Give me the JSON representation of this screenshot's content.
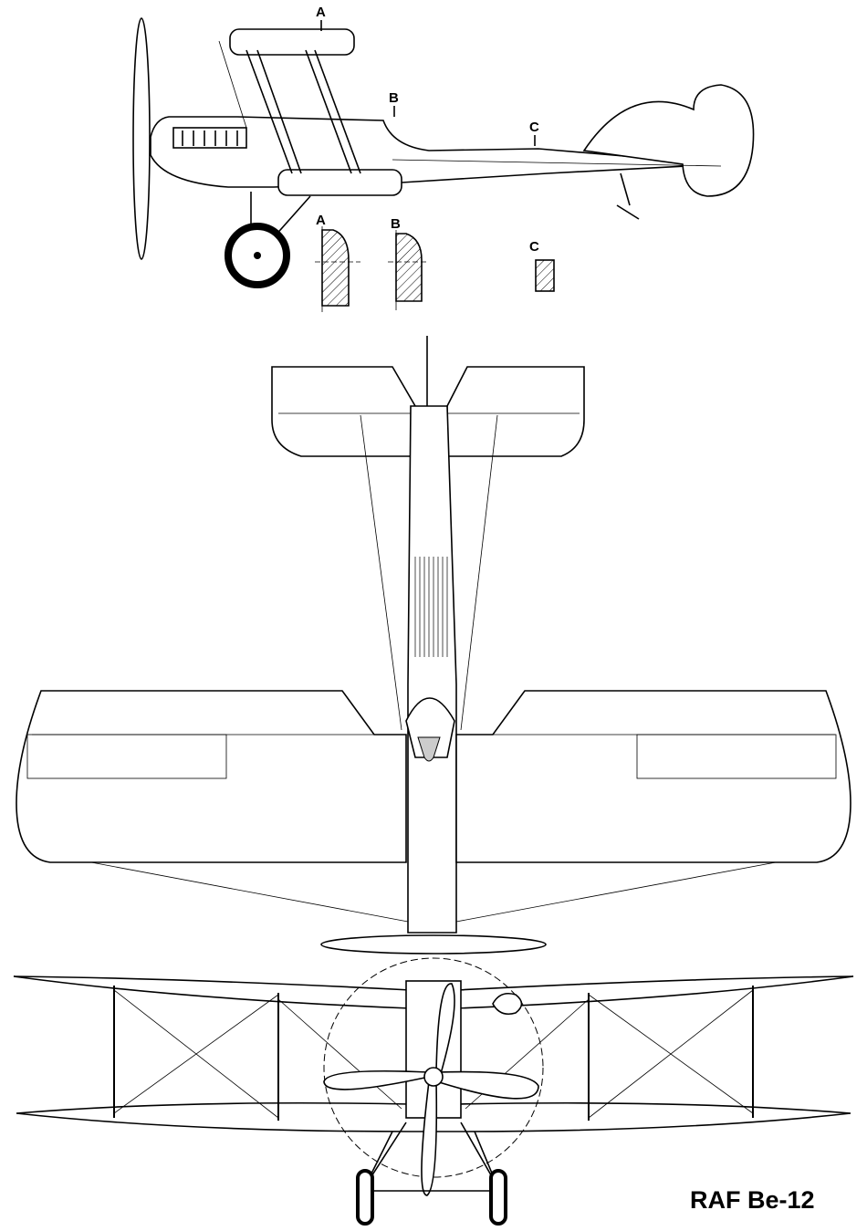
{
  "title": "RAF Be-12",
  "side_view": {
    "station_markers": [
      "A",
      "B",
      "C"
    ],
    "section_labels": [
      "A",
      "B",
      "C"
    ]
  },
  "colors": {
    "ink": "#000000",
    "paper": "#ffffff",
    "canopy": "#cccccc"
  }
}
